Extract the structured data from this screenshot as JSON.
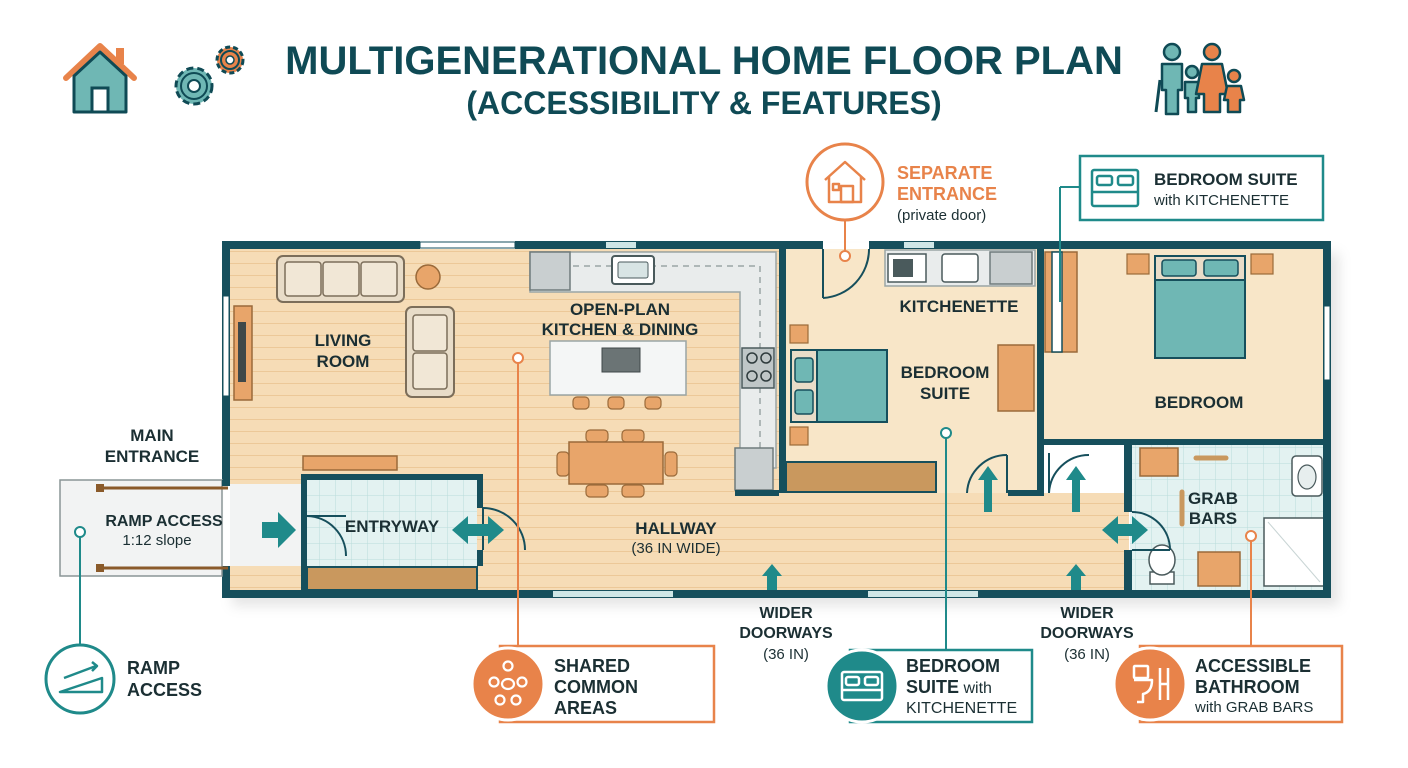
{
  "header": {
    "title": "MULTIGENERATIONAL HOME FLOOR PLAN",
    "subtitle": "(ACCESSIBILITY & FEATURES)"
  },
  "colors": {
    "teal": "#1f8a8a",
    "dark_navy": "#0f4a55",
    "orange": "#e8834a",
    "wall": "#164f5c",
    "floor_wood": "#f6dcb6",
    "floor_suite": "#f8e6c8",
    "tile": "#dff0ef"
  },
  "rooms": {
    "living_room": "LIVING\nROOM",
    "kitchen_dining": "OPEN-PLAN\nKITCHEN & DINING",
    "kitchenette": "KITCHENETTE",
    "bedroom_suite": "BEDROOM\nSUITE",
    "bedroom": "BEDROOM",
    "entryway": "ENTRYWAY",
    "hallway": "HALLWAY",
    "hallway_note": "(36 IN WIDE)",
    "grab_bars": "GRAB\nBARS"
  },
  "labels": {
    "main_entrance": "MAIN\nENTRANCE",
    "ramp_access": "RAMP ACCESS",
    "ramp_slope": "1:12 slope",
    "wider_doorways_left": "WIDER\nDOORWAYS",
    "wider_doorways_left_note": "(36 IN)",
    "wider_doorways_right": "WIDER\nDOORWAYS",
    "wider_doorways_right_note": "(36 IN)"
  },
  "callouts": {
    "separate_entrance_title": "SEPARATE\nENTRANCE",
    "separate_entrance_note": "(private door)",
    "suite_top_bold": "BEDROOM SUITE",
    "suite_top_note": "with KITCHENETTE",
    "ramp_title": "RAMP\nACCESS",
    "shared_title": "SHARED\nCOMMON\nAREAS",
    "suite_bottom_bold1": "BEDROOM",
    "suite_bottom_bold2": "SUITE",
    "suite_bottom_with": " with",
    "suite_bottom_note": "KITCHENETTE",
    "bath_title": "ACCESSIBLE\nBATHROOM",
    "bath_note": "with GRAB BARS"
  },
  "icons": {
    "header_left": [
      "house-icon",
      "gears-icon"
    ],
    "header_right": "family-icon",
    "callouts": [
      "house-door-icon",
      "bed-icon",
      "ramp-icon",
      "people-icon",
      "bed-icon",
      "toilet-grab-bar-icon"
    ]
  }
}
